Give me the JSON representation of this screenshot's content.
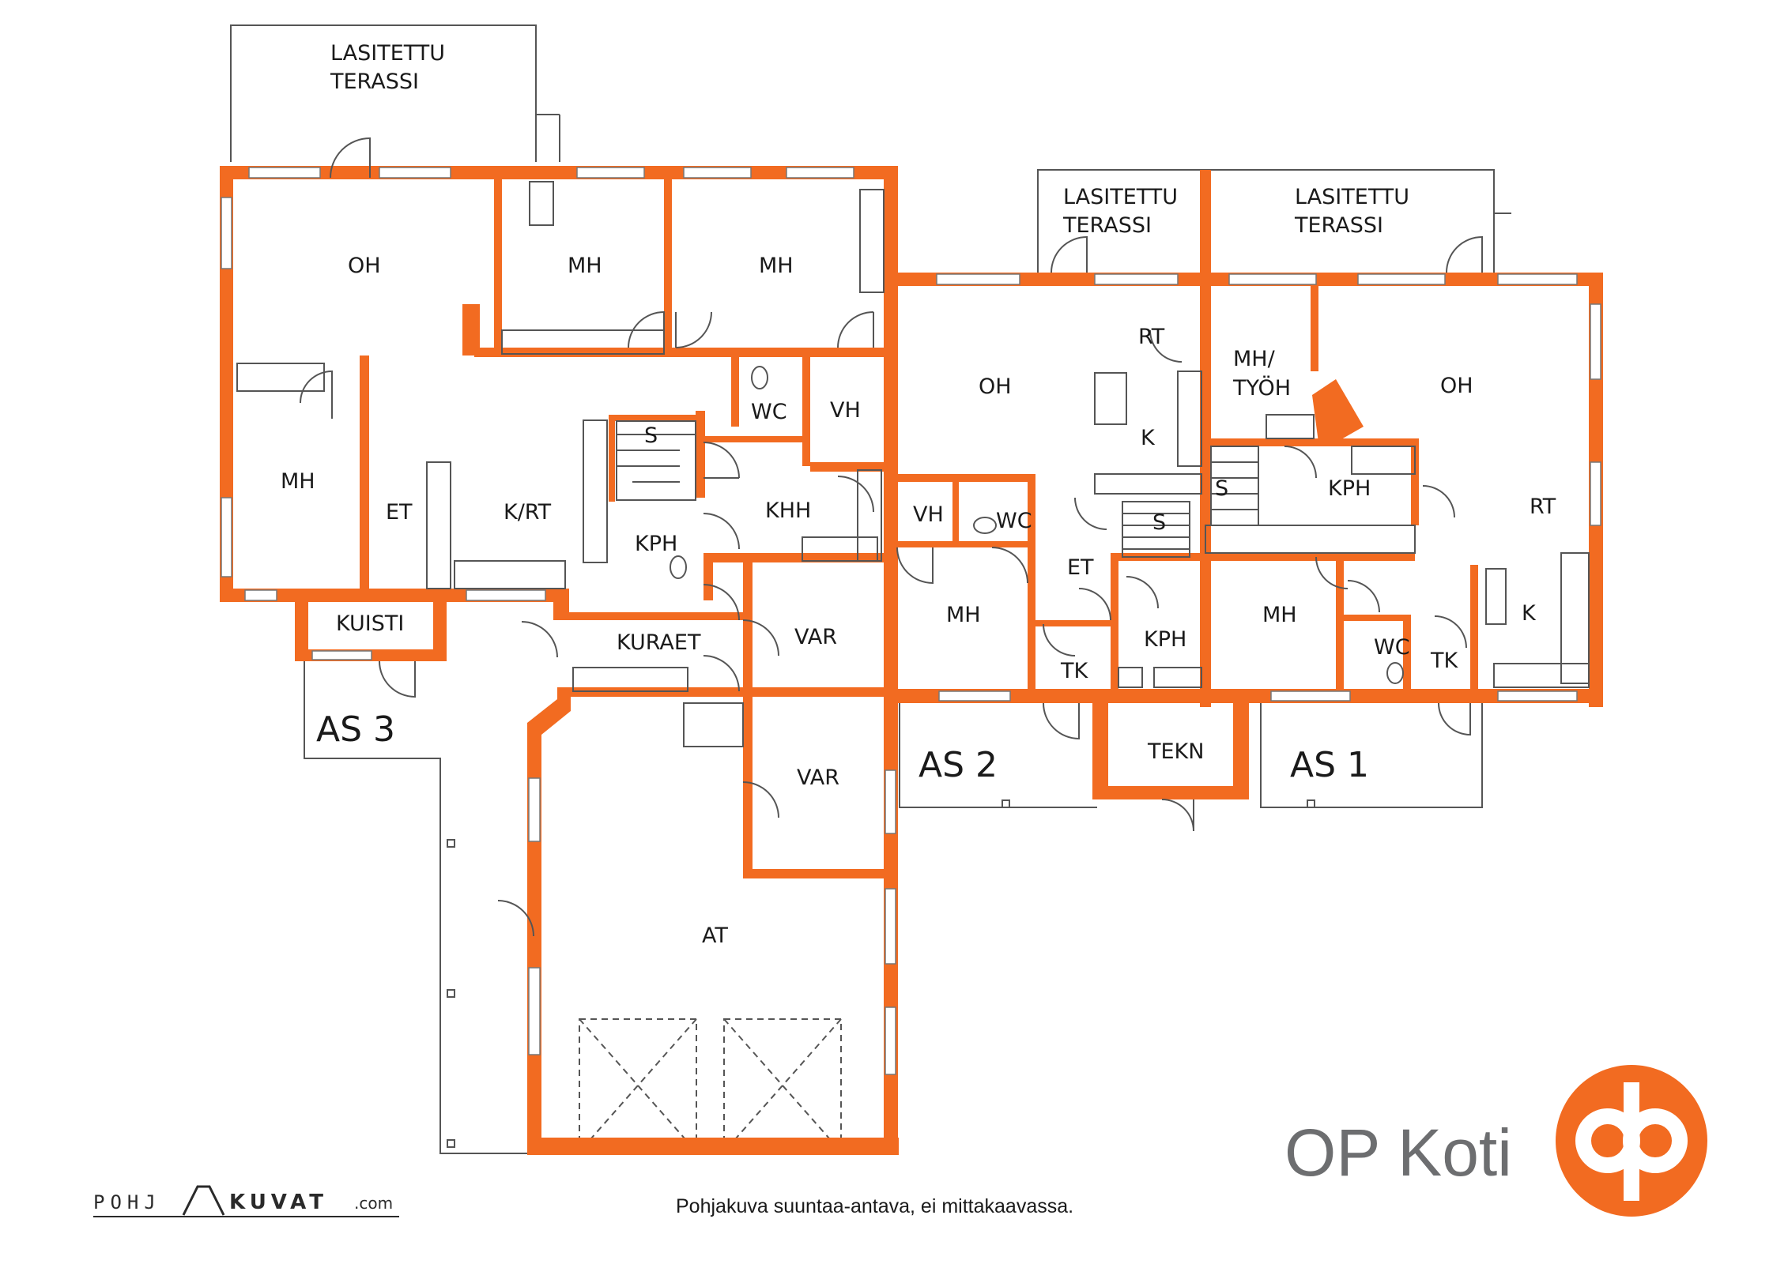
{
  "plan": {
    "rooms": [
      {
        "id": "terassi-3-a",
        "text": "LASITETTU"
      },
      {
        "id": "terassi-3-b",
        "text": "TERASSI"
      },
      {
        "id": "terassi-2-a",
        "text": "LASITETTU"
      },
      {
        "id": "terassi-2-b",
        "text": "TERASSI"
      },
      {
        "id": "terassi-1-a",
        "text": "LASITETTU"
      },
      {
        "id": "terassi-1-b",
        "text": "TERASSI"
      },
      {
        "id": "oh-3",
        "text": "OH"
      },
      {
        "id": "mh-3a",
        "text": "MH"
      },
      {
        "id": "mh-3b",
        "text": "MH"
      },
      {
        "id": "mh-3c",
        "text": "MH"
      },
      {
        "id": "wc-3",
        "text": "WC"
      },
      {
        "id": "vh-3",
        "text": "VH"
      },
      {
        "id": "s-3",
        "text": "S"
      },
      {
        "id": "et-3",
        "text": "ET"
      },
      {
        "id": "krt-3",
        "text": "K/RT"
      },
      {
        "id": "khh-3",
        "text": "KHH"
      },
      {
        "id": "kph-3",
        "text": "KPH"
      },
      {
        "id": "kuisti",
        "text": "KUISTI"
      },
      {
        "id": "kuraet",
        "text": "KURAET"
      },
      {
        "id": "var-a",
        "text": "VAR"
      },
      {
        "id": "var-b",
        "text": "VAR"
      },
      {
        "id": "at",
        "text": "AT"
      },
      {
        "id": "oh-2",
        "text": "OH"
      },
      {
        "id": "rt-2",
        "text": "RT"
      },
      {
        "id": "k-2",
        "text": "K"
      },
      {
        "id": "vh-2",
        "text": "VH"
      },
      {
        "id": "wc-2",
        "text": "WC"
      },
      {
        "id": "s-2",
        "text": "S"
      },
      {
        "id": "et-2",
        "text": "ET"
      },
      {
        "id": "mh-2",
        "text": "MH"
      },
      {
        "id": "kph-2",
        "text": "KPH"
      },
      {
        "id": "tk-2",
        "text": "TK"
      },
      {
        "id": "tekn",
        "text": "TEKN"
      },
      {
        "id": "mhtyoh-1a",
        "text": "MH/"
      },
      {
        "id": "mhtyoh-1b",
        "text": "TYÖH"
      },
      {
        "id": "oh-1",
        "text": "OH"
      },
      {
        "id": "s-1",
        "text": "S"
      },
      {
        "id": "kph-1",
        "text": "KPH"
      },
      {
        "id": "rt-1",
        "text": "RT"
      },
      {
        "id": "mh-1",
        "text": "MH"
      },
      {
        "id": "wc-1",
        "text": "WC"
      },
      {
        "id": "tk-1",
        "text": "TK"
      },
      {
        "id": "k-1",
        "text": "K"
      }
    ],
    "apartments": [
      {
        "id": "as3",
        "text": "AS 3"
      },
      {
        "id": "as2",
        "text": "AS 2"
      },
      {
        "id": "as1",
        "text": "AS 1"
      }
    ]
  },
  "caption": "Pohjakuva suuntaa-antava, ei mittakaavassa.",
  "brand": {
    "name": "OP Koti",
    "color": "#f26b21"
  },
  "credit": {
    "part1": "POHJ",
    "part2": "KUVAT",
    "part3": ".com"
  },
  "colors": {
    "wall": "#f26b21",
    "line": "#555555"
  }
}
